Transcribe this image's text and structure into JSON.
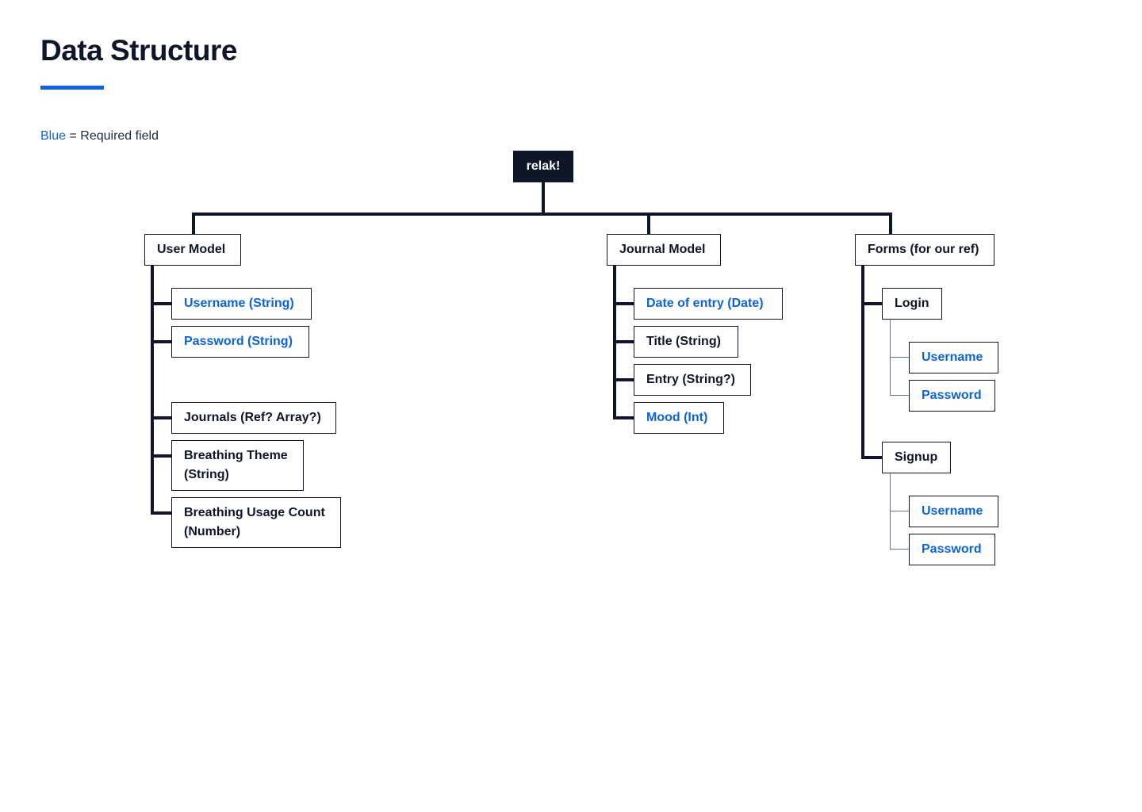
{
  "page": {
    "title": "Data Structure",
    "legend": {
      "blue_word": "Blue",
      "rest": " = Required field"
    }
  },
  "colors": {
    "required": "#0d63d9",
    "dark": "#0f1627",
    "accent_bar": "#0d63d9"
  },
  "diagram": {
    "root": "relak!",
    "user_model": {
      "label": "User Model",
      "fields": [
        {
          "label": "Username (String)",
          "required": true
        },
        {
          "label": "Password (String)",
          "required": true
        },
        {
          "label": "Journals (Ref? Array?)",
          "required": false
        },
        {
          "label": "Breathing Theme (String)",
          "required": false
        },
        {
          "label": "Breathing Usage Count (Number)",
          "required": false
        }
      ]
    },
    "journal_model": {
      "label": "Journal Model",
      "fields": [
        {
          "label": "Date of entry (Date)",
          "required": true
        },
        {
          "label": "Title (String)",
          "required": false
        },
        {
          "label": "Entry (String?)",
          "required": false
        },
        {
          "label": "Mood (Int)",
          "required": true
        }
      ]
    },
    "forms": {
      "label": "Forms (for our ref)",
      "login": {
        "label": "Login",
        "fields": [
          {
            "label": "Username",
            "required": true
          },
          {
            "label": "Password",
            "required": true
          }
        ]
      },
      "signup": {
        "label": "Signup",
        "fields": [
          {
            "label": "Username",
            "required": true
          },
          {
            "label": "Password",
            "required": true
          }
        ]
      }
    }
  }
}
